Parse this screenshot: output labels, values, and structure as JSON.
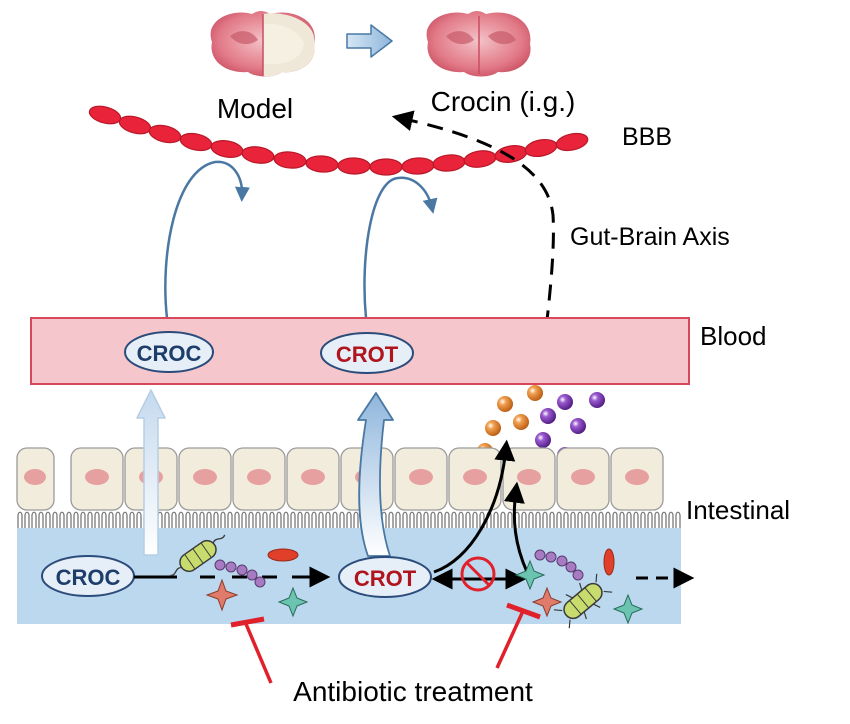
{
  "labels": {
    "model": "Model",
    "crocin": "Crocin (i.g.)",
    "bbb": "BBB",
    "gut_brain_axis": "Gut-Brain Axis",
    "blood": "Blood",
    "intestinal": "Intestinal",
    "antibiotic": "Antibiotic treatment"
  },
  "molecules": {
    "croc": "CROC",
    "crot": "CROT"
  },
  "colors": {
    "bbb_cell": "#e8233a",
    "blood_fill": "#f5c6cc",
    "blood_border": "#d9475a",
    "lumen": "#bcd8ee",
    "epithelium": "#f2ecdd",
    "nucleus": "#e6a0a0",
    "blue_arrow": "#4a78a3",
    "inhibit_red": "#e0202a",
    "crot_text": "#b0141d",
    "croc_text": "#1d3d6b",
    "orange_particle": "#e07a1e",
    "purple_particle": "#7b34b0"
  },
  "icons": {
    "model_brain": "brain-slice-infarct-icon",
    "crocin_brain": "brain-slice-treated-icon",
    "direction_arrow": "right-arrow-icon",
    "no_symbol": "prohibited-icon"
  }
}
